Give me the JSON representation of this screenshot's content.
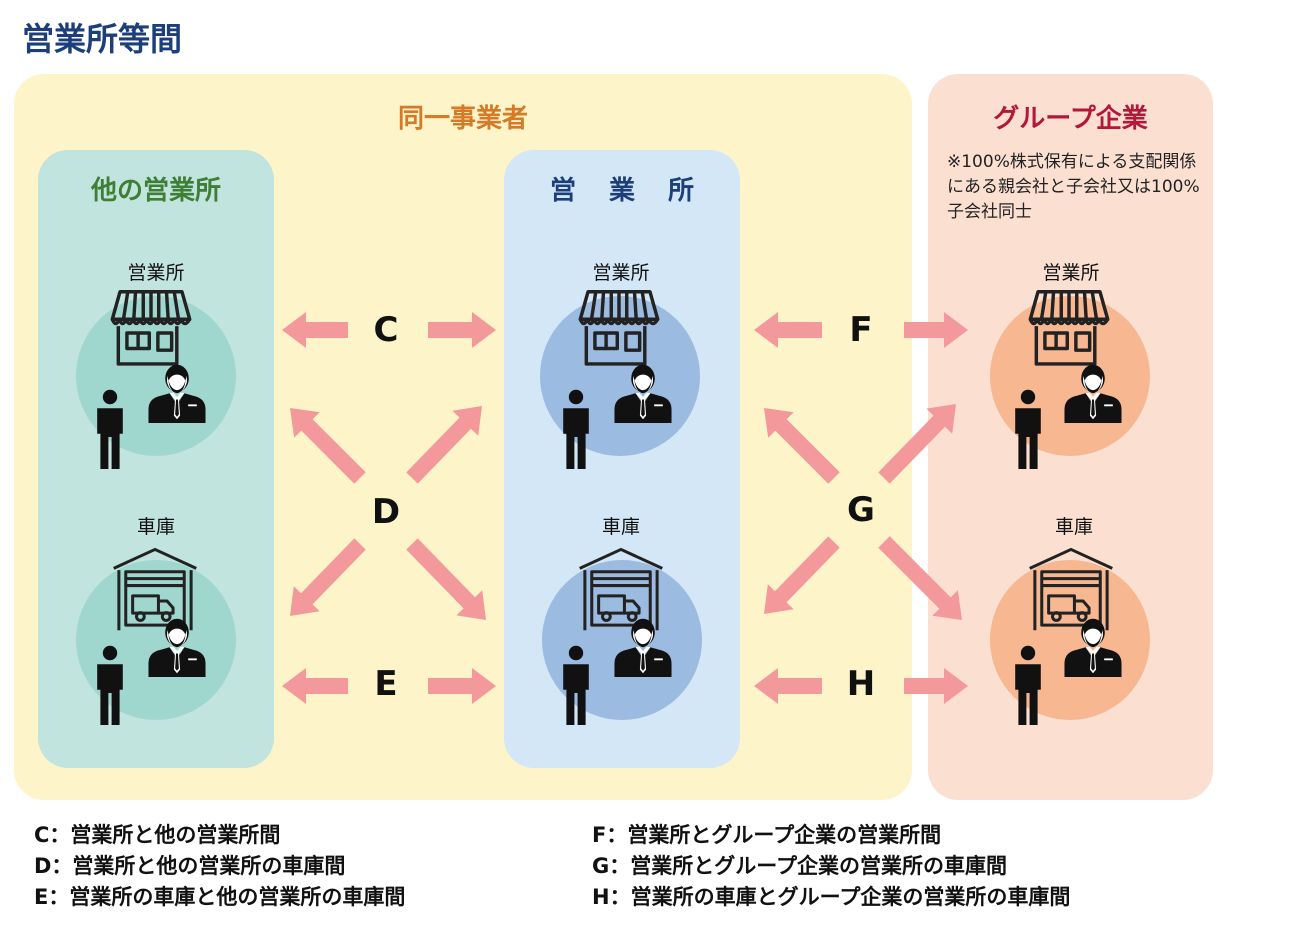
{
  "title": "営業所等間",
  "colors": {
    "same_panel": "#fdf5c9",
    "group_panel": "#fbe0d2",
    "other_panel": "#c2e4de",
    "office_panel": "#d4e7f6",
    "arrow": "#f3989b",
    "circle_other": "#9fd7cf",
    "circle_office": "#9bbbe1",
    "circle_group": "#f7b791"
  },
  "panels": {
    "same_operator": "同一事業者",
    "group_company": "グループ企業",
    "other_office": "他の営業所",
    "office": "営 業 所"
  },
  "group_note": "※100%株式保有による支配関係にある親会社と子会社又は100%子会社同士",
  "captions": {
    "other_office": "営業所",
    "other_garage": "車庫",
    "office_office": "営業所",
    "office_garage": "車庫",
    "group_office": "営業所",
    "group_garage": "車庫"
  },
  "icons": [
    "storefront-icon",
    "warehouse-truck-icon",
    "businessman-icon",
    "person-icon"
  ],
  "arrows": {
    "C": "C",
    "D": "D",
    "E": "E",
    "F": "F",
    "G": "G",
    "H": "H"
  },
  "legend": [
    "C：営業所と他の営業所間",
    "D：営業所と他の営業所の車庫間",
    "E：営業所の車庫と他の営業所の車庫間",
    "F：営業所とグループ企業の営業所間",
    "G：営業所とグループ企業の営業所の車庫間",
    "H：営業所の車庫とグループ企業の営業所の車庫間"
  ]
}
